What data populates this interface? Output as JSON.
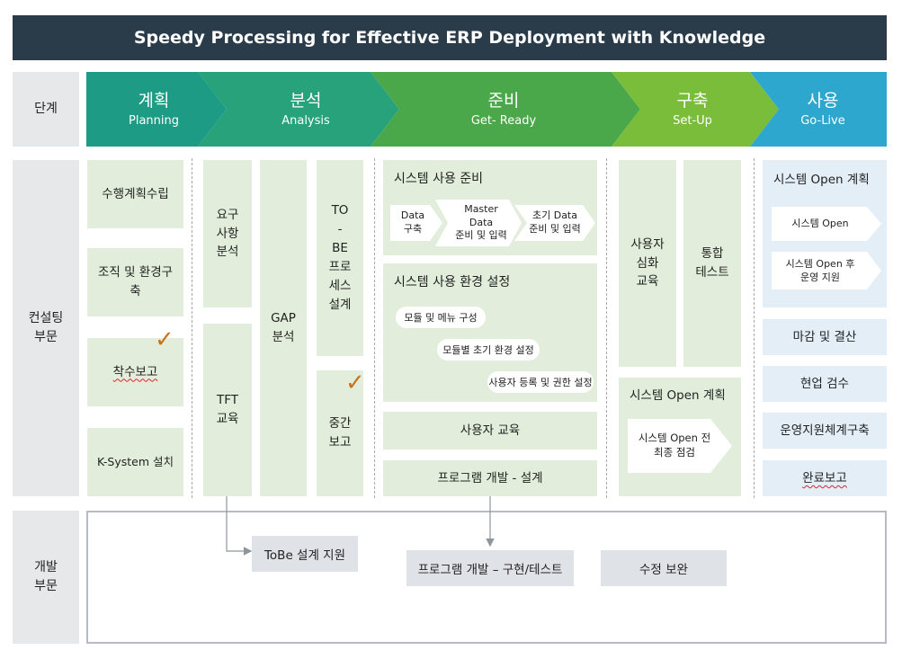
{
  "title": "Speedy Processing for Effective ERP Deployment with Knowledge",
  "rows": {
    "stage": "단계",
    "consulting": "컨설팅\n부문",
    "development": "개발\n부문"
  },
  "phases": [
    {
      "ko": "계획",
      "en": "Planning",
      "color": "#1d9b85"
    },
    {
      "ko": "분석",
      "en": "Analysis",
      "color": "#27a27a"
    },
    {
      "ko": "준비",
      "en": "Get- Ready",
      "color": "#4aa84a"
    },
    {
      "ko": "구축",
      "en": "Set-Up",
      "color": "#7abd3a"
    },
    {
      "ko": "사용",
      "en": "Go-Live",
      "color": "#2ea7cf"
    }
  ],
  "planning": [
    "수행계획수립",
    "조직 및 환경구\n축",
    "착수보고",
    "K-System 설치"
  ],
  "analysis": {
    "requirements": "요구\n사항\n분석",
    "tft": "TFT\n교육",
    "gap": "GAP\n분석",
    "tobe": "TO\n-\nBE\n프로\n세스\n설계",
    "midreport": "중간\n보고"
  },
  "ready": {
    "prep_title": "시스템 사용 준비",
    "prep_steps": [
      "Data\n구축",
      "Master\nData\n준비 및 입력",
      "초기 Data\n준비 및 입력"
    ],
    "env_title": "시스템 사용 환경 설정",
    "env_steps": [
      "모듈 및 메뉴 구성",
      "모듈별 초기 환경 설정",
      "사용자 등록 및 권한 설정"
    ],
    "user_training": "사용자 교육",
    "program_design": "프로그램 개발 - 설계"
  },
  "setup": {
    "deep_training": "사용자\n심화\n교육",
    "integration_test": "통합\n테스트",
    "open_plan_title": "시스템 Open 계획",
    "open_plan_step": "시스템 Open 전\n최종 점검"
  },
  "golive": {
    "open_plan_title": "시스템 Open 계획",
    "open_steps": [
      "시스템 Open",
      "시스템 Open 후\n운영 지원"
    ],
    "closing": "마감 및 결산",
    "acceptance": "현업 검수",
    "support_system": "운영지원체계구축",
    "completion": "완료보고"
  },
  "development": {
    "tobe_support": "ToBe 설계 지원",
    "program_build": "프로그램 개발 – 구현/테스트",
    "fix": "수정 보완"
  }
}
